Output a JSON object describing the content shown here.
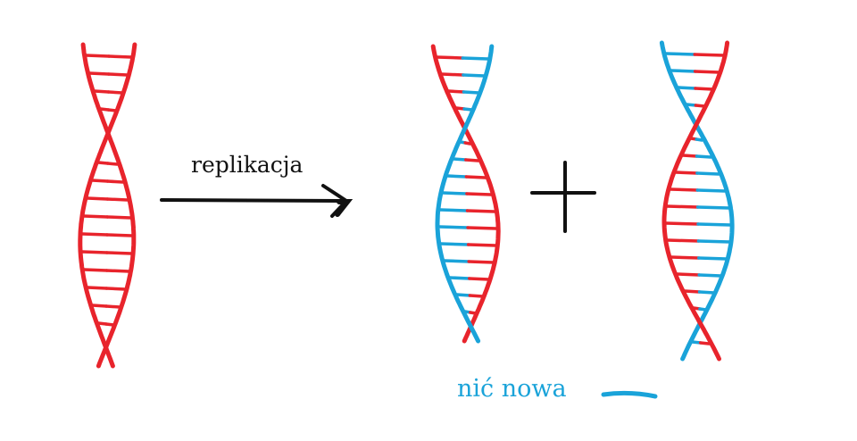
{
  "diagram": {
    "arrow_label": "replikacja",
    "legend_label": "nić nowa",
    "colors": {
      "old_strand": "#e8242c",
      "new_strand": "#1aa3d9",
      "ink": "#111111"
    },
    "helices": [
      {
        "name": "parent-helix",
        "strands": [
          "old",
          "old"
        ]
      },
      {
        "name": "daughter-helix-1",
        "strands": [
          "old",
          "new"
        ]
      },
      {
        "name": "daughter-helix-2",
        "strands": [
          "new",
          "old"
        ]
      }
    ],
    "symbols": [
      "arrow-icon",
      "plus-icon",
      "legend-swatch"
    ]
  }
}
